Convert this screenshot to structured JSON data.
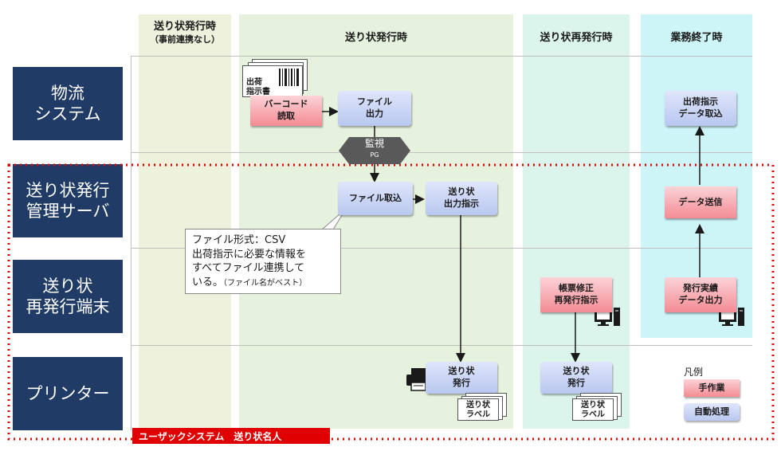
{
  "columns": [
    {
      "title": "送り状発行時",
      "subtitle": "（事前連携なし）"
    },
    {
      "title": "送り状発行時",
      "subtitle": ""
    },
    {
      "title": "送り状再発行時",
      "subtitle": ""
    },
    {
      "title": "業務終了時",
      "subtitle": ""
    }
  ],
  "lanes": [
    {
      "label": "物流\nシステム"
    },
    {
      "label": "送り状発行\n管理サーバ"
    },
    {
      "label": "送り状\n再発行端末"
    },
    {
      "label": "プリンター"
    }
  ],
  "nodes": {
    "shipping_doc": "出荷\n指示書",
    "barcode_read": "バーコード\n読取",
    "file_output": "ファイル\n出力",
    "monitor": "監視",
    "monitor_sub": "PG",
    "file_import": "ファイル取込",
    "label_print_instruction": "送り状\n出力指示",
    "print_label": "送り状\n発行",
    "label_doc": "送り状\nラベル",
    "doc_fix_reissue": "帳票修正\n再発行指示",
    "reissue_print": "送り状\n発行",
    "reissue_label_doc": "送り状\nラベル",
    "shipping_data_import": "出荷指示\nデータ取込",
    "data_send": "データ送信",
    "result_data_output": "発行実績\nデータ出力"
  },
  "callout": {
    "line1": "ファイル形式：CSV",
    "line2": "出荷指示に必要な情報を",
    "line3": "すべてファイル連携して",
    "line4": "いる。",
    "note": "（ファイル名がベスト）"
  },
  "legend": {
    "title": "凡例",
    "manual": "手作業",
    "auto": "自動処理"
  },
  "footer": {
    "label": "ユーザックシステム　送り状名人"
  },
  "colors": {
    "lane_label_bg": "#1f3b66",
    "manual": "#f48b93",
    "auto": "#b9c7f0",
    "col1_bg": "#eef2dc",
    "col2_bg": "#e6f2de",
    "col3_bg": "#dcf5ec",
    "col4_bg": "#cdf5f8",
    "dotted_border": "#e00000"
  }
}
